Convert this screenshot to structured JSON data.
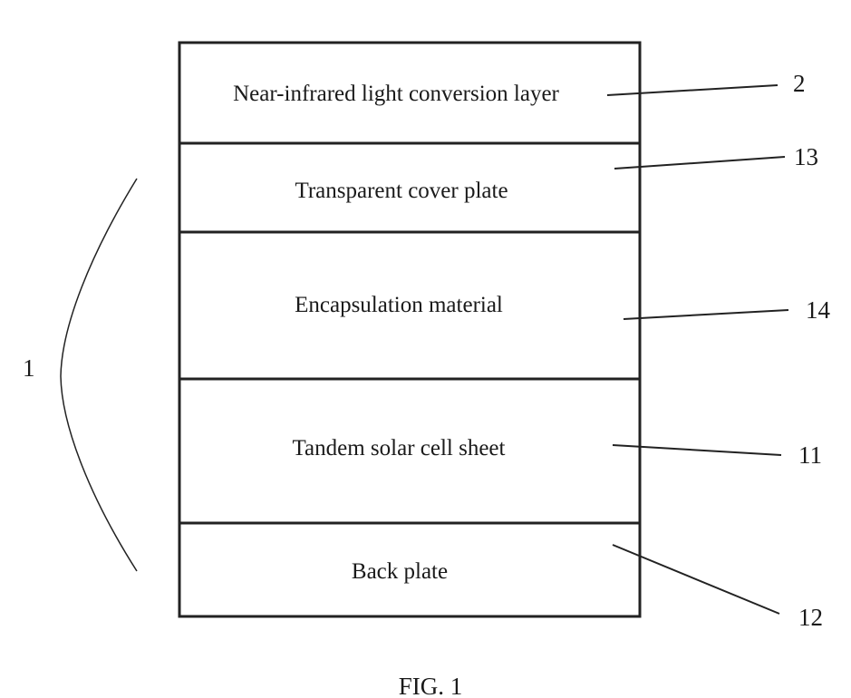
{
  "layers": [
    {
      "label": "Near-infrared light conversion layer",
      "ref": "2"
    },
    {
      "label": "Transparent cover plate",
      "ref": "13"
    },
    {
      "label": "Encapsulation material",
      "ref": "14"
    },
    {
      "label": "Tandem solar cell sheet",
      "ref": "11"
    },
    {
      "label": "Back plate",
      "ref": "12"
    }
  ],
  "group_ref": "1",
  "caption": "FIG. 1"
}
